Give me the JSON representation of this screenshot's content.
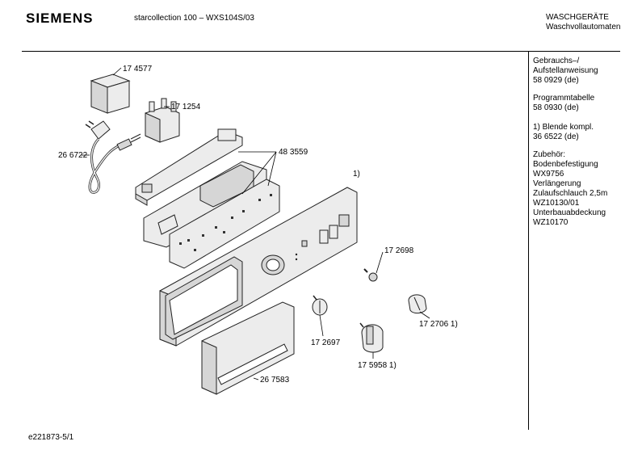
{
  "header": {
    "brand": "SIEMENS",
    "model": "starcollection 100 – WXS104S/03",
    "category": "WASCHGERÄTE",
    "subcategory": "Waschvollautomaten"
  },
  "sidebar": {
    "blocks": [
      [
        "Gebrauchs–/",
        "Aufstellanweisung",
        "58 0929 (de)"
      ],
      [
        "Programmtabelle",
        "58 0930 (de)"
      ],
      [
        "1) Blende kompl.",
        "36 6522 (de)"
      ],
      [
        "Zubehör:",
        "Bodenbefestigung",
        "WX9756",
        "Verlängerung",
        "Zulaufschlauch 2,5m",
        "WZ10130/01",
        "Unterbauabdeckung",
        "WZ10170"
      ]
    ]
  },
  "parts": {
    "p174577": "17 4577",
    "p171254": "17 1254",
    "p266722": "26 6722",
    "p483559": "48 3559",
    "note1": "1)",
    "p172698": "17 2698",
    "p172706": "17 2706  1)",
    "p172697": "17 2697",
    "p175958": "17 5958   1)",
    "p267583": "26 7583"
  },
  "footer": {
    "drawing_id": "e221873-5/1"
  }
}
